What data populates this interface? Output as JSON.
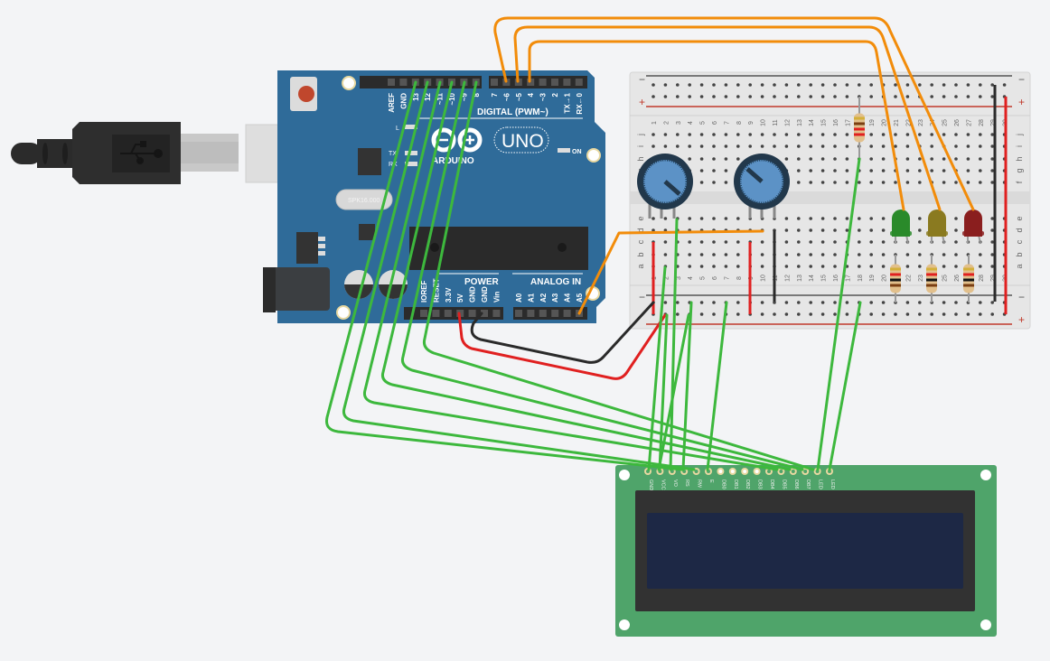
{
  "arduino": {
    "board_name": "UNO",
    "brand": "ARDUINO",
    "digital_header_label": "DIGITAL (PWM~)",
    "power_header_label": "POWER",
    "analog_header_label": "ANALOG IN",
    "on_label": "ON",
    "led_l_label": "L",
    "tx_label": "TX",
    "rx_label": "RX",
    "crystal_label": "SPK16.000",
    "digital_pins_left": [
      "AREF",
      "GND",
      "13",
      "12",
      "~11",
      "~10",
      "~9",
      "8"
    ],
    "digital_pins_right": [
      "7",
      "~6",
      "~5",
      "4",
      "~3",
      "2",
      "TX→1",
      "RX←0"
    ],
    "power_pins": [
      "IOREF",
      "RESET",
      "3.3V",
      "5V",
      "GND",
      "GND",
      "Vin"
    ],
    "analog_pins": [
      "A0",
      "A1",
      "A2",
      "A3",
      "A4",
      "A5"
    ]
  },
  "breadboard": {
    "row_labels_top": [
      "j",
      "i",
      "h",
      "g",
      "f"
    ],
    "row_labels_bottom": [
      "e",
      "d",
      "c",
      "b",
      "a"
    ],
    "columns": 30,
    "rail_minus": "−",
    "rail_plus": "+"
  },
  "components": {
    "potentiometers": [
      {
        "name": "potentiometer-1",
        "knob_angle_deg": 135
      },
      {
        "name": "potentiometer-2",
        "knob_angle_deg": -45
      }
    ],
    "leds": [
      {
        "name": "led-green",
        "color": "#2a8a2a"
      },
      {
        "name": "led-yellow",
        "color": "#8a7a20"
      },
      {
        "name": "led-red",
        "color": "#8a1e1e"
      }
    ],
    "resistors": 4
  },
  "lcd": {
    "pin_labels": [
      "GND",
      "VCC",
      "VO",
      "RS",
      "RW",
      "E",
      "DB0",
      "DB1",
      "DB2",
      "DB3",
      "DB4",
      "DB5",
      "DB6",
      "DB7",
      "LED",
      "LED"
    ],
    "screen_text": ""
  },
  "colors": {
    "background": "#f3f4f6",
    "arduino_blue": "#2f6b99",
    "wire_green": "#3db83d",
    "wire_orange": "#f28c0a",
    "wire_red": "#e02020",
    "wire_black": "#2a2a2a",
    "lcd_pcb": "#4fa46a",
    "lcd_screen": "#1d2845"
  }
}
